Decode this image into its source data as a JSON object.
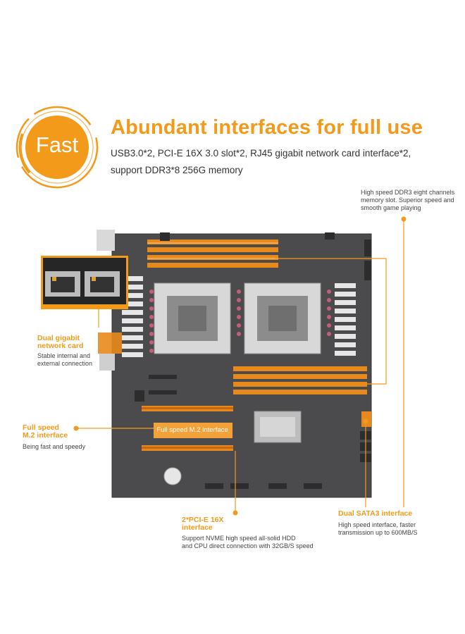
{
  "badge": {
    "text": "Fast",
    "color": "#f39a1a"
  },
  "headline": "Abundant interfaces for full use",
  "subtitle_line1": "USB3.0*2, PCI-E 16X 3.0 slot*2, RJ45 gigabit network card interface*2,",
  "subtitle_line2": "support DDR3*8 256G memory",
  "callouts": {
    "memory": {
      "lines": [
        "High speed DDR3 eight channels",
        "memory slot. Superior speed and",
        "smooth game playing"
      ]
    },
    "network": {
      "title_lines": [
        "Dual gigabit",
        "network card"
      ],
      "desc_lines": [
        "Stable internal and",
        "external connection"
      ]
    },
    "m2": {
      "title_lines": [
        "Full speed",
        "M.2 interface"
      ],
      "desc": "Being fast and speedy",
      "board_label": "Full speed M.2 interface"
    },
    "pcie": {
      "title_lines": [
        "2*PCI-E 16X",
        "interface"
      ],
      "desc_lines": [
        "Support NVME high speed all-solid HDD",
        "and CPU direct connection with 32GB/S speed"
      ]
    },
    "sata": {
      "title": "Dual SATA3 interface",
      "desc_lines": [
        "High speed interface, faster",
        "transmission up to 600MB/S"
      ]
    }
  },
  "colors": {
    "accent": "#f39a1a",
    "board": "#4a4a4a",
    "dimm": "#e8891c",
    "heatsink": "#e6e6e6"
  }
}
